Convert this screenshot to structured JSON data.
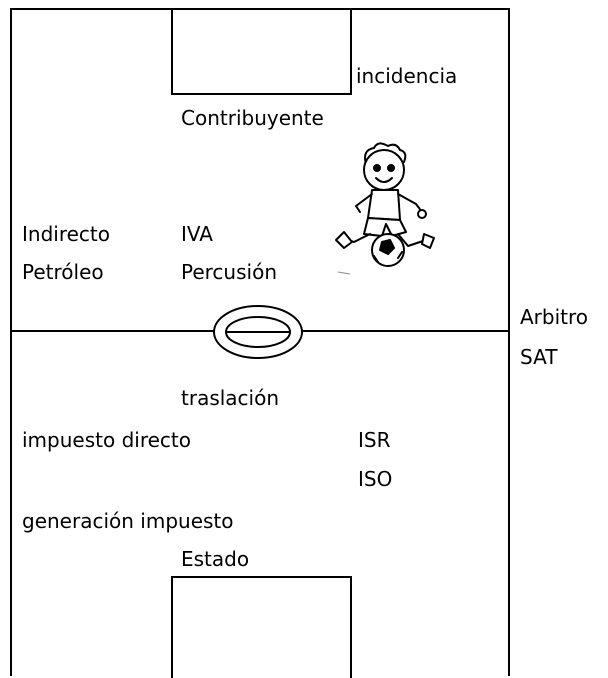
{
  "labels": {
    "incidencia": "incidencia",
    "contribuyente": "Contribuyente",
    "indirecto": "Indirecto",
    "iva": "IVA",
    "petroleo": "Petróleo",
    "percusion": "Percusión",
    "arbitro": "Arbitro",
    "sat": "SAT",
    "traslacion": "traslación",
    "impuesto_directo": "impuesto directo",
    "isr": "ISR",
    "iso": "ISO",
    "generacion_impuesto": "generación impuesto",
    "estado": "Estado"
  },
  "icons": {
    "player": "soccer-player-icon",
    "center_circle": "center-circle-icon"
  }
}
